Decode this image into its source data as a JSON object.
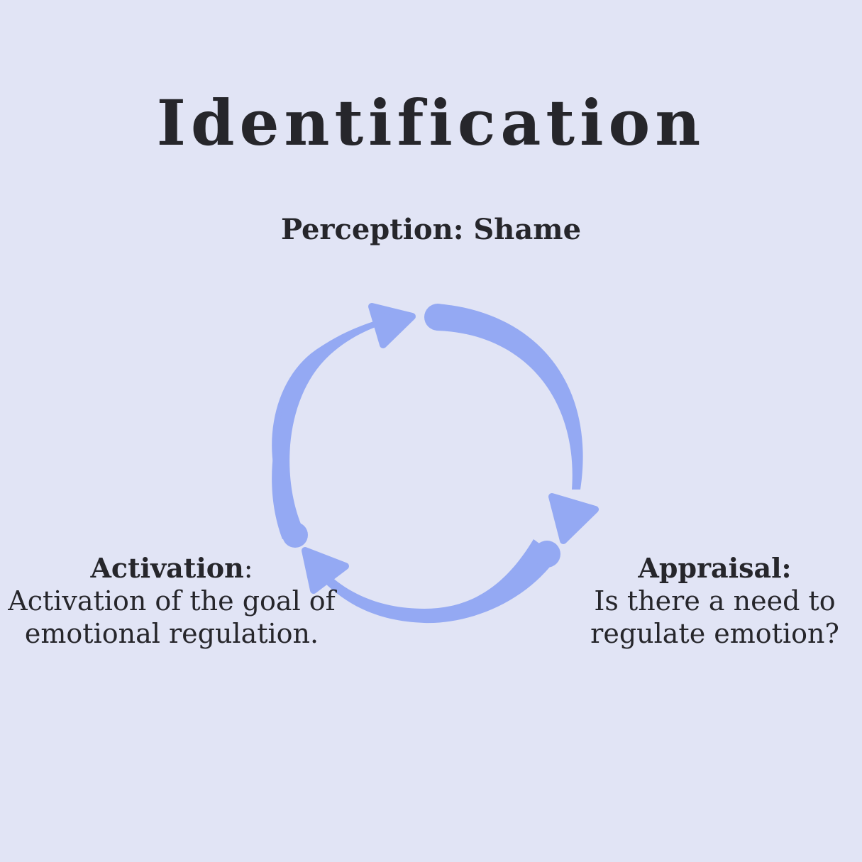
{
  "title": "Identification",
  "colors": {
    "background": "#e1e4f5",
    "arrow": "#94a9f3",
    "text": "#26262b"
  },
  "perception": {
    "label": "Perception: Shame"
  },
  "activation": {
    "heading": "Activation",
    "colon": ":",
    "line1": "Activation of the goal of",
    "line2": "emotional regulation."
  },
  "appraisal": {
    "heading": "Appraisal:",
    "line1": "Is there a need to",
    "line2": "regulate emotion?"
  }
}
